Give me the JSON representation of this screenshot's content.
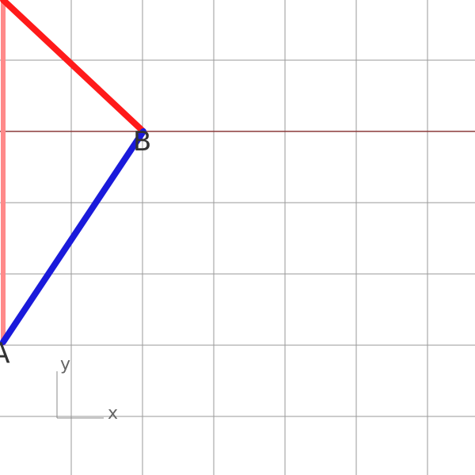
{
  "labels": {
    "point_b": "B",
    "point_a": "A",
    "axis_x": "x",
    "axis_y": "y"
  },
  "colors": {
    "background": "#ffffff",
    "grid": "#9a9a9a",
    "reference_line": "#8b3a3a",
    "edge_red": "#ff1a1a",
    "edge_blue": "#1a1adb",
    "edge_pink": "#ff8a8a",
    "text": "#333333"
  }
}
